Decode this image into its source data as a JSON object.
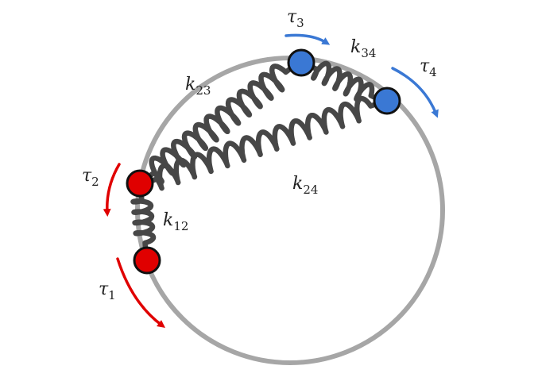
{
  "labels": {
    "k12": {
      "base": "k",
      "sub": "12"
    },
    "k23": {
      "base": "k",
      "sub": "23"
    },
    "k34": {
      "base": "k",
      "sub": "34"
    },
    "k24": {
      "base": "k",
      "sub": "24"
    },
    "tau1": {
      "base": "τ",
      "sub": "1"
    },
    "tau2": {
      "base": "τ",
      "sub": "2"
    },
    "tau3": {
      "base": "τ",
      "sub": "3"
    },
    "tau4": {
      "base": "τ",
      "sub": "4"
    }
  },
  "colors": {
    "ring": "#a6a6a6",
    "spring": "#474747",
    "red_mass": "#e00000",
    "blue_mass": "#3a78d4",
    "red_arrow": "#e00000",
    "blue_arrow": "#3a78d4",
    "outline": "#111111"
  }
}
